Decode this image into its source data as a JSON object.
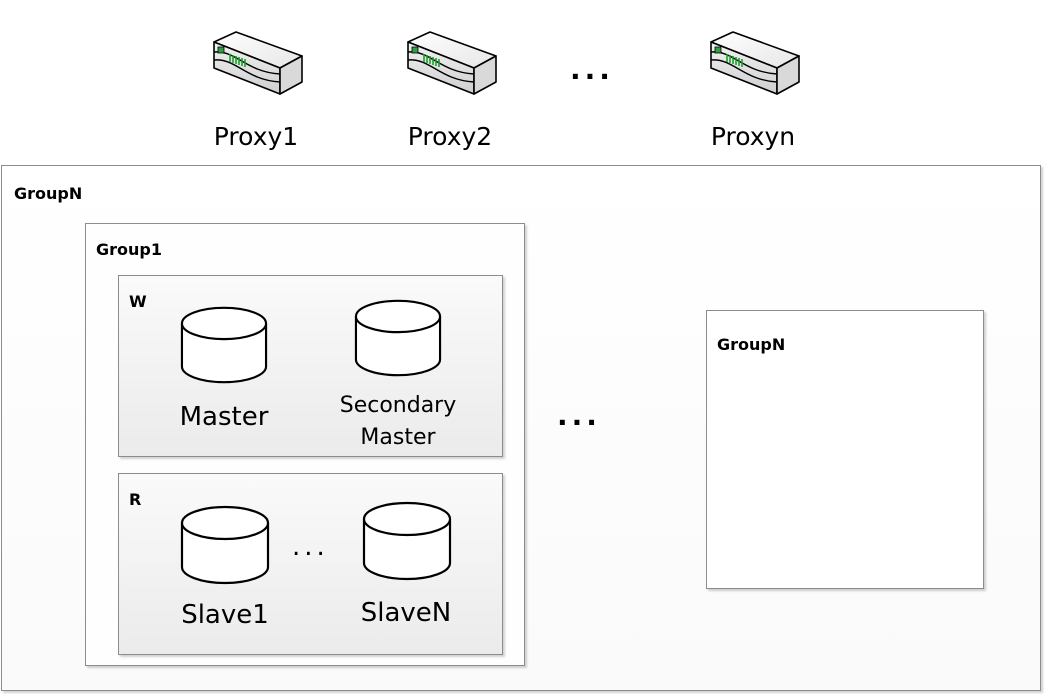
{
  "proxies": [
    {
      "label": "Proxy1"
    },
    {
      "label": "Proxy2"
    },
    {
      "label": "Proxyn"
    }
  ],
  "proxy_ellipsis": "...",
  "outer_group": {
    "title": "GroupN"
  },
  "group1": {
    "title": "Group1",
    "write_box": {
      "title": "W",
      "master": "Master",
      "secondary_master_line1": "Secondary",
      "secondary_master_line2": "Master"
    },
    "read_box": {
      "title": "R",
      "slave_first": "Slave1",
      "slave_last": "SlaveN",
      "ellipsis": "..."
    }
  },
  "groups_ellipsis": "...",
  "inner_groupn": {
    "title": "GroupN"
  }
}
